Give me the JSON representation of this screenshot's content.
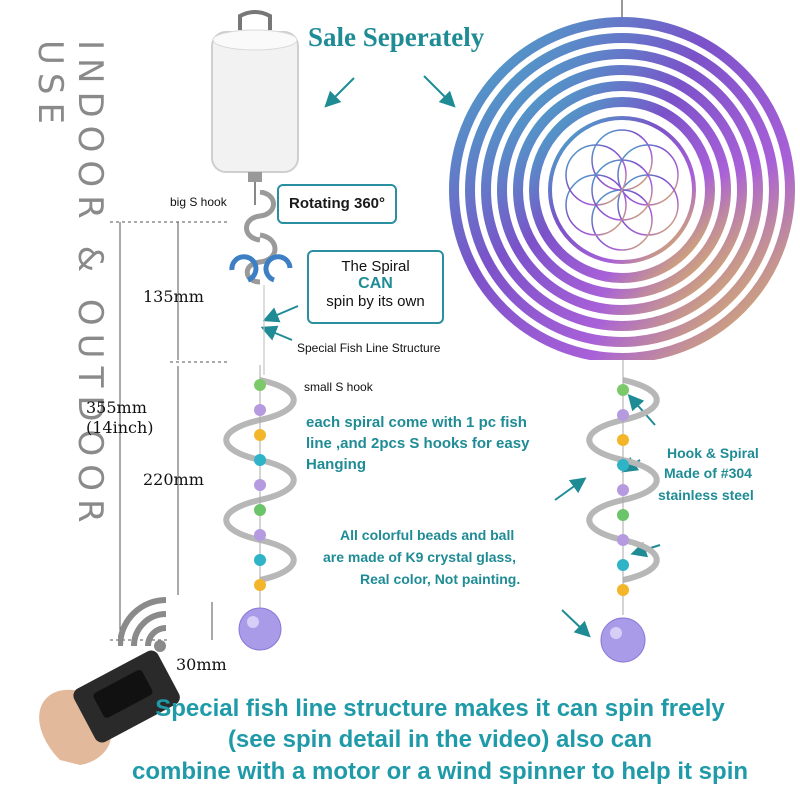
{
  "side_banner": "INDOOR & OUTDOOR USE",
  "header": "Sale Seperately",
  "labels": {
    "big_s_hook": "big S hook",
    "rotating": "Rotating 360°",
    "spiral_line1": "The Spiral",
    "spiral_line2": "CAN",
    "spiral_line3": "spin by its own",
    "fish_line": "Special Fish Line Structure",
    "small_s_hook": "small S hook",
    "each_spiral": "each spiral come with 1 pc fish line ,and 2pcs S hooks for easy Hanging",
    "hook_spiral_1": "Hook & Spiral",
    "hook_spiral_2": "Made of #304",
    "hook_spiral_3": "stainless steel",
    "beads_1": "All colorful beads and ball",
    "beads_2": "are made of K9 crystal glass,",
    "beads_3": "Real color, Not painting."
  },
  "dimensions": {
    "d135": "135mm",
    "d355": "355mm",
    "d14in": "(14inch)",
    "d220": "220mm",
    "d30": "30mm"
  },
  "footer": {
    "line1": "Special fish line structure makes it can spin freely",
    "line2": "(see spin detail in the video) also can",
    "line3": "combine with a motor or a wind spinner to help it spin"
  },
  "colors": {
    "accent": "#1f8c95",
    "bottom_text": "#1f9aa8",
    "banner_gray": "#8a8a8a"
  },
  "icons": [
    "motor-icon",
    "s-hook-icon",
    "rotate-arrows-icon",
    "remote-control-icon",
    "signal-waves-icon",
    "wind-spinner-icon",
    "crystal-ball-icon"
  ]
}
